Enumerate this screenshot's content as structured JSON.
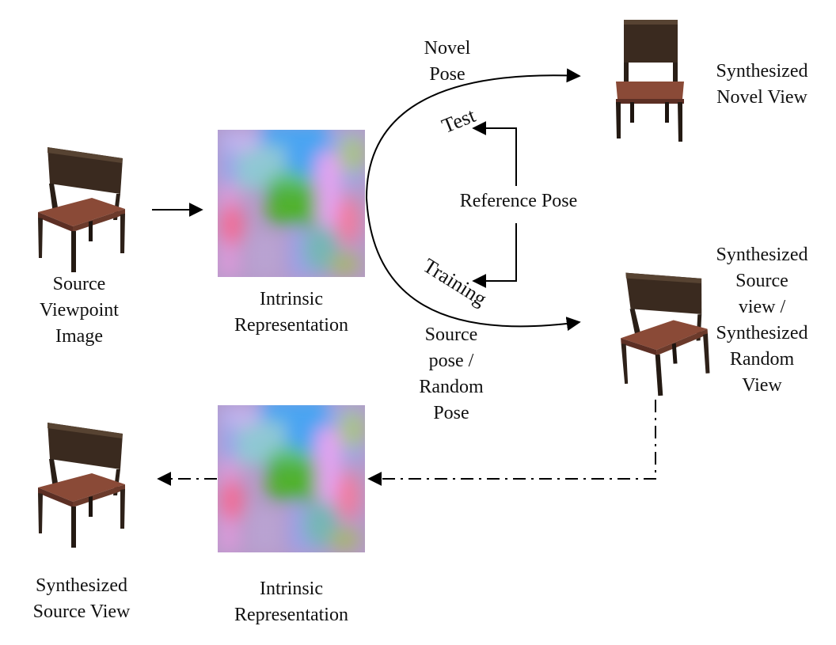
{
  "diagram": {
    "labels": {
      "source_image": "Source\nViewpoint\nImage",
      "intrinsic_top": "Intrinsic\nRepresentation",
      "novel_pose": "Novel\nPose",
      "test": "Test",
      "reference_pose": "Reference Pose",
      "training": "Training",
      "source_random_pose": "Source\npose /\nRandom\nPose",
      "synth_novel_view": "Synthesized\nNovel View",
      "synth_source_random": "Synthesized\nSource\nview /\nSynthesized\nRandom\nView",
      "synth_source_view": "Synthesized\nSource View",
      "intrinsic_bottom": "Intrinsic\nRepresentation"
    },
    "icons": {
      "chair": "wooden-chair-icon",
      "representation": "intrinsic-feature-map"
    },
    "colors": {
      "chair_wood": "#3b2c22",
      "chair_seat": "#8c4a36",
      "arrow": "#000000"
    }
  }
}
